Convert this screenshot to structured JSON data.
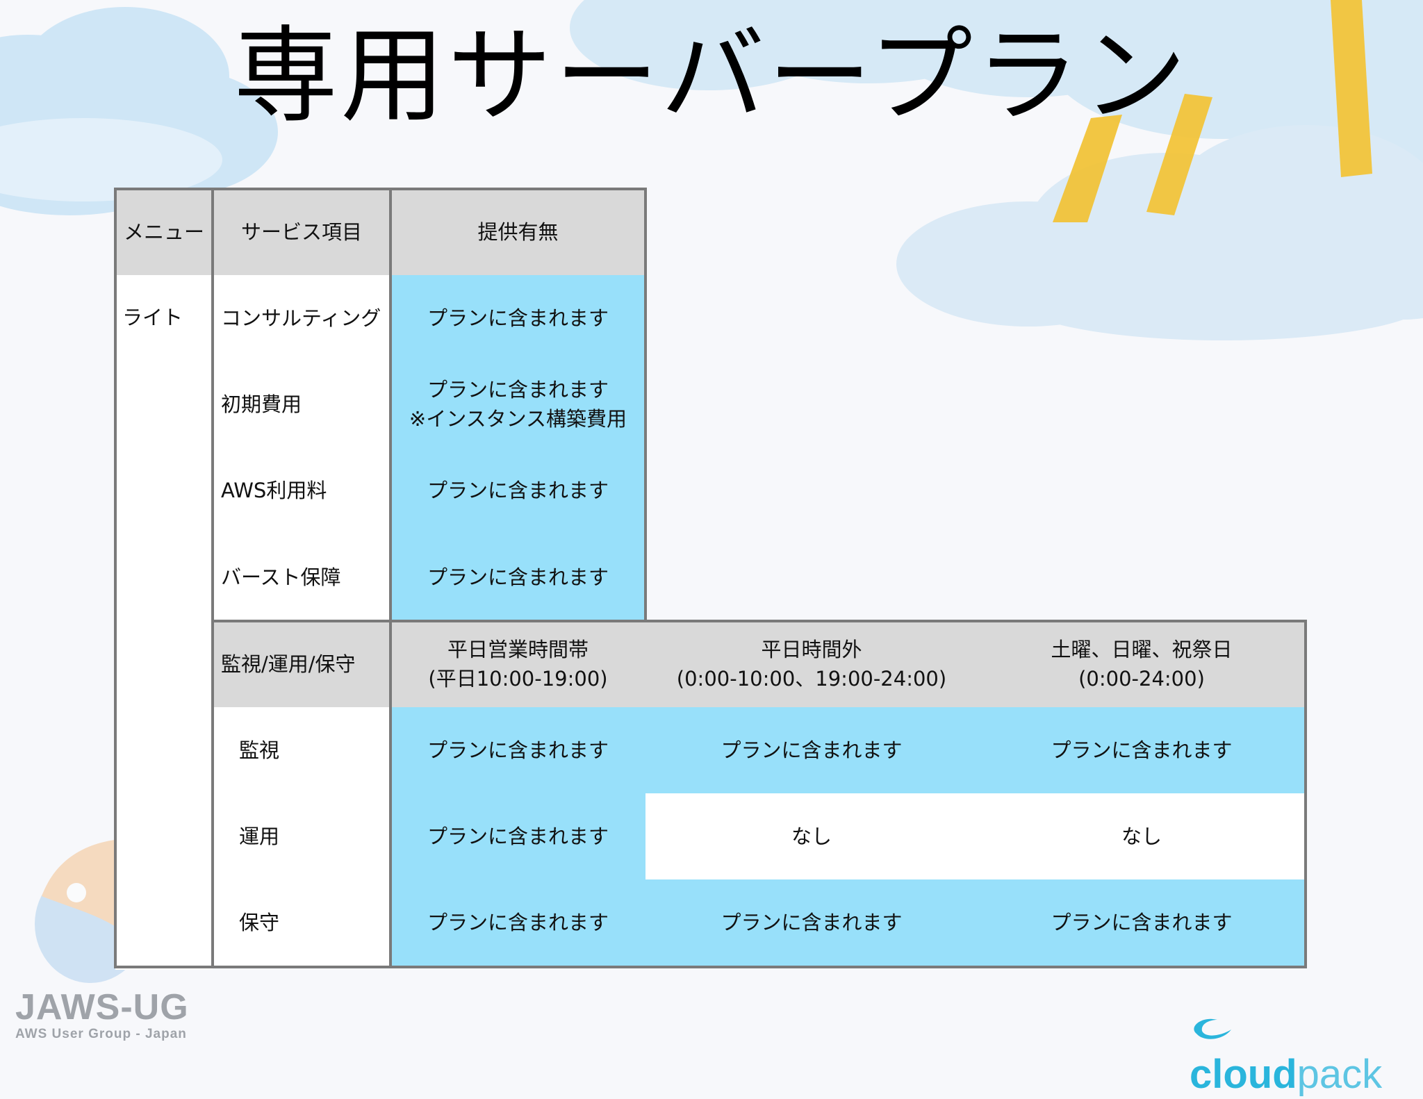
{
  "title": "専用サーバープラン",
  "table": {
    "headers": {
      "menu": "メニュー",
      "service": "サービス項目",
      "provided": "提供有無"
    },
    "menu_value": "ライト",
    "upper_rows": [
      {
        "item": "コンサルティング",
        "value": "プランに含まれます"
      },
      {
        "item": "初期費用",
        "value_line1": "プランに含まれます",
        "value_line2": "※インスタンス構築費用"
      },
      {
        "item": "AWS利用料",
        "value": "プランに含まれます"
      },
      {
        "item": "バースト保障",
        "value": "プランに含まれます"
      }
    ],
    "monitor_header": {
      "label": "監視/運用/保守",
      "col1_line1": "平日営業時間帯",
      "col1_line2": "(平日10:00-19:00)",
      "col2_line1": "平日時間外",
      "col2_line2": "(0:00-10:00、19:00-24:00)",
      "col3_line1": "土曜、日曜、祝祭日",
      "col3_line2": "(0:00-24:00)"
    },
    "lower_rows": [
      {
        "item": "監視",
        "c1": "プランに含まれます",
        "c2": "プランに含まれます",
        "c3": "プランに含まれます"
      },
      {
        "item": "運用",
        "c1": "プランに含まれます",
        "c2": "なし",
        "c3": "なし"
      },
      {
        "item": "保守",
        "c1": "プランに含まれます",
        "c2": "プランに含まれます",
        "c3": "プランに含まれます"
      }
    ]
  },
  "logos": {
    "jaws_main": "JAWS-UG",
    "jaws_sub": "AWS User Group - Japan",
    "cloudpack_a": "cloud",
    "cloudpack_b": "pack"
  },
  "colors": {
    "header_gray": "#d9d9d9",
    "included_blue": "#98e0fa",
    "border": "#7a7a7a"
  }
}
